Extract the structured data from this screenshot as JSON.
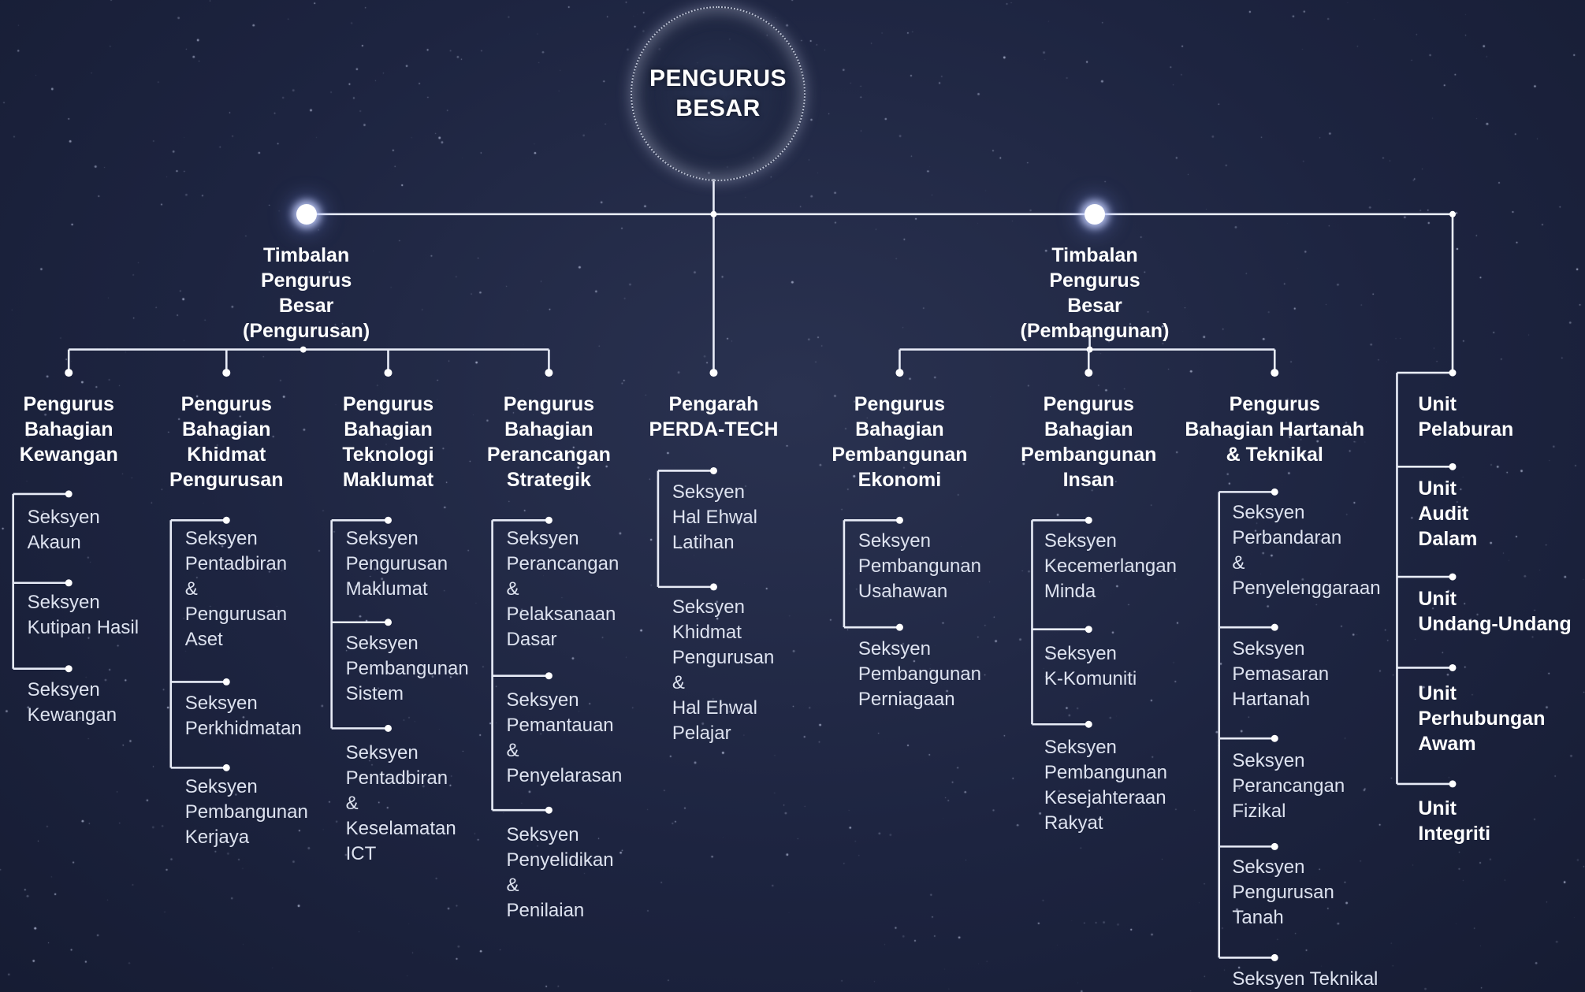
{
  "root": {
    "lines": [
      "PENGURUS",
      "BESAR"
    ]
  },
  "deputies": [
    {
      "id": "pengurusan",
      "lines": [
        "Timbalan",
        "Pengurus",
        "Besar",
        "(Pengurusan)"
      ]
    },
    {
      "id": "pembangunan",
      "lines": [
        "Timbalan",
        "Pengurus",
        "Besar",
        "(Pembangunan)"
      ]
    }
  ],
  "departments": [
    {
      "id": "kewangan",
      "lines": [
        "Pengurus",
        "Bahagian",
        "Kewangan"
      ],
      "sections": [
        [
          "Seksyen",
          "Akaun"
        ],
        [
          "Seksyen",
          "Kutipan Hasil"
        ],
        [
          "Seksyen",
          "Kewangan"
        ]
      ]
    },
    {
      "id": "khidmat",
      "lines": [
        "Pengurus",
        "Bahagian",
        "Khidmat",
        "Pengurusan"
      ],
      "sections": [
        [
          "Seksyen",
          "Pentadbiran",
          "&",
          "Pengurusan",
          "Aset"
        ],
        [
          "Seksyen",
          "Perkhidmatan"
        ],
        [
          "Seksyen",
          "Pembangunan",
          "Kerjaya"
        ]
      ]
    },
    {
      "id": "ti",
      "lines": [
        "Pengurus",
        "Bahagian",
        "Teknologi",
        "Maklumat"
      ],
      "sections": [
        [
          "Seksyen",
          "Pengurusan",
          "Maklumat"
        ],
        [
          "Seksyen",
          "Pembangunan",
          "Sistem"
        ],
        [
          "Seksyen",
          "Pentadbiran",
          "&",
          "Keselamatan",
          "ICT"
        ]
      ]
    },
    {
      "id": "strategik",
      "lines": [
        "Pengurus",
        "Bahagian",
        "Perancangan",
        "Strategik"
      ],
      "sections": [
        [
          "Seksyen",
          "Perancangan",
          "&",
          "Pelaksanaan",
          "Dasar"
        ],
        [
          "Seksyen",
          "Pemantauan",
          "&",
          "Penyelarasan"
        ],
        [
          "Seksyen",
          "Penyelidikan",
          "&",
          "Penilaian"
        ]
      ]
    },
    {
      "id": "perdatech",
      "lines": [
        "Pengarah",
        "PERDA-TECH"
      ],
      "sections": [
        [
          "Seksyen",
          "Hal Ehwal",
          "Latihan"
        ],
        [
          "Seksyen",
          "Khidmat",
          "Pengurusan",
          "&",
          "Hal Ehwal",
          "Pelajar"
        ]
      ]
    },
    {
      "id": "ekonomi",
      "lines": [
        "Pengurus",
        "Bahagian",
        "Pembangunan",
        "Ekonomi"
      ],
      "sections": [
        [
          "Seksyen",
          "Pembangunan",
          "Usahawan"
        ],
        [
          "Seksyen",
          "Pembangunan",
          "Perniagaan"
        ]
      ]
    },
    {
      "id": "insan",
      "lines": [
        "Pengurus",
        "Bahagian",
        "Pembangunan",
        "Insan"
      ],
      "sections": [
        [
          "Seksyen",
          "Kecemerlangan",
          "Minda"
        ],
        [
          "Seksyen",
          "K-Komuniti"
        ],
        [
          "Seksyen",
          "Pembangunan",
          "Kesejahteraan",
          "Rakyat"
        ]
      ]
    },
    {
      "id": "hartanah",
      "lines": [
        "Pengurus",
        "Bahagian Hartanah",
        "& Teknikal"
      ],
      "sections": [
        [
          "Seksyen",
          "Perbandaran",
          "&",
          "Penyelenggaraan"
        ],
        [
          "Seksyen",
          "Pemasaran",
          "Hartanah"
        ],
        [
          "Seksyen",
          "Perancangan",
          "Fizikal"
        ],
        [
          "Seksyen",
          "Pengurusan",
          "Tanah"
        ],
        [
          "Seksyen Teknikal"
        ]
      ]
    }
  ],
  "units": [
    [
      "Unit",
      "Pelaburan"
    ],
    [
      "Unit",
      "Audit",
      "Dalam"
    ],
    [
      "Unit",
      "Undang-Undang"
    ],
    [
      "Unit",
      "Perhubungan",
      "Awam"
    ],
    [
      "Unit",
      "Integriti"
    ]
  ],
  "colors": {
    "background": "#1d2440",
    "line": "#e8ecf7",
    "text": "#ffffff",
    "section_text": "#dde2ef"
  }
}
